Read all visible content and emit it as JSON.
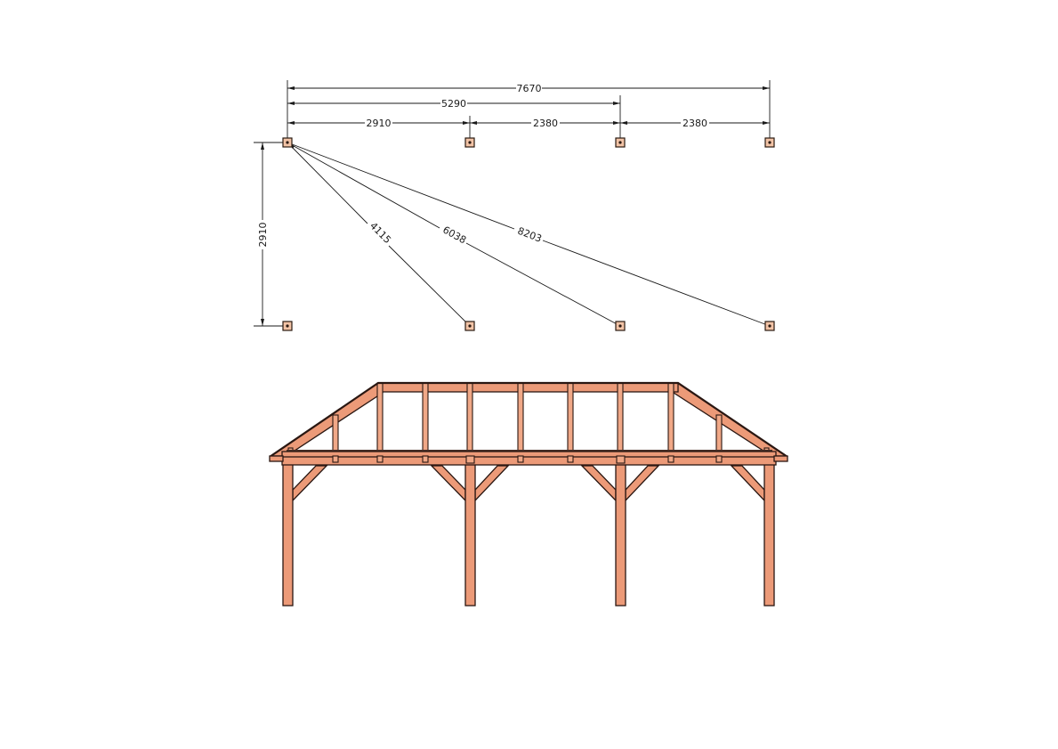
{
  "plan_view": {
    "dimensions": {
      "overall_length": "7670",
      "partial_length": "5290",
      "span_1": "2910",
      "span_2": "2380",
      "span_3": "2380",
      "width": "2910",
      "diagonal_1": "4115",
      "diagonal_2": "6038",
      "diagonal_3": "8203"
    },
    "post_count_per_row": 4,
    "rows": 2
  },
  "front_elevation": {
    "posts": 4,
    "roof_type": "hipped",
    "rafters_visible": 9
  },
  "colors": {
    "wood": "#ec9a78",
    "post_plan": "#f2c3a6",
    "outline": "#2a1712"
  }
}
